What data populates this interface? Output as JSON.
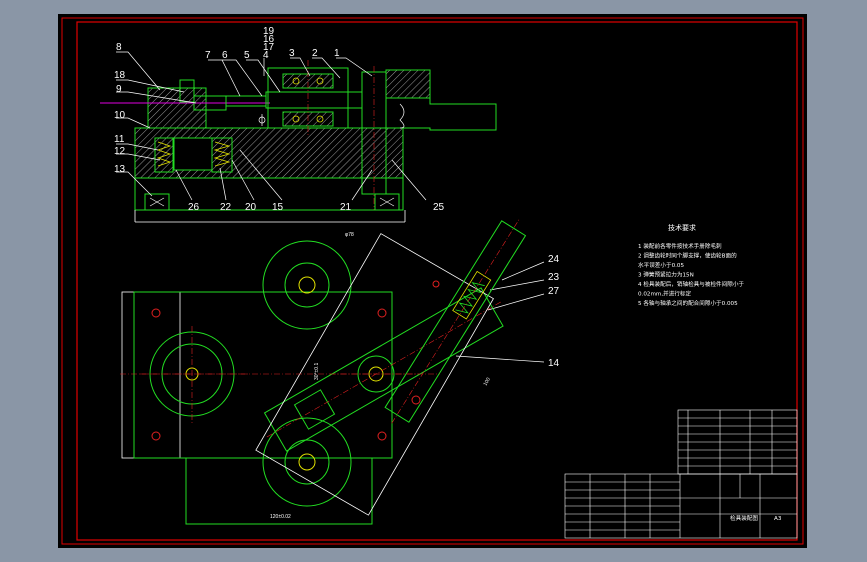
{
  "colors": {
    "frame_border": "#e00000",
    "background": "#000000",
    "viewport_margin": "#8a96a6",
    "outline": "#22dd22",
    "hidden": "#e0e000",
    "center": "#e02020",
    "leader": "#ffffff",
    "hatch": "#c0c0c0",
    "tech_text": "#ffffff"
  },
  "balloons": [
    {
      "id": "b-8",
      "text": "8"
    },
    {
      "id": "b-18",
      "text": "18"
    },
    {
      "id": "b-9",
      "text": "9"
    },
    {
      "id": "b-10",
      "text": "10"
    },
    {
      "id": "b-11",
      "text": "11"
    },
    {
      "id": "b-12",
      "text": "12"
    },
    {
      "id": "b-13",
      "text": "13"
    },
    {
      "id": "b-7",
      "text": "7"
    },
    {
      "id": "b-6",
      "text": "6"
    },
    {
      "id": "b-5",
      "text": "5"
    },
    {
      "id": "b-19",
      "text": "19"
    },
    {
      "id": "b-16",
      "text": "16"
    },
    {
      "id": "b-17",
      "text": "17"
    },
    {
      "id": "b-4",
      "text": "4"
    },
    {
      "id": "b-3",
      "text": "3"
    },
    {
      "id": "b-2",
      "text": "2"
    },
    {
      "id": "b-1",
      "text": "1"
    },
    {
      "id": "b-26",
      "text": "26"
    },
    {
      "id": "b-22",
      "text": "22"
    },
    {
      "id": "b-20",
      "text": "20"
    },
    {
      "id": "b-15",
      "text": "15"
    },
    {
      "id": "b-21",
      "text": "21"
    },
    {
      "id": "b-25",
      "text": "25"
    },
    {
      "id": "b-24",
      "text": "24"
    },
    {
      "id": "b-23",
      "text": "23"
    },
    {
      "id": "b-27",
      "text": "27"
    },
    {
      "id": "b-14",
      "text": "14"
    }
  ],
  "technical_requirements": {
    "title": "技术要求",
    "items": [
      "1 装配前各零件按技术手册除毛刺",
      "2 调整齿轮时同个脚支撑，使齿轮B面的",
      "  水平误差小于0.05",
      "3 弹簧预紧拉力为15N",
      "4 检具装配后，销轴检具与被检件间隙小于",
      "  0.02mm,并进行标定",
      "5 各轴与轴承之间的配合间隙小于0.005"
    ]
  },
  "dimensions": {
    "top_diameter": "φ78",
    "bottom_width": "120±0.02",
    "angle": "30°±0.1",
    "right_length": "100"
  },
  "title_block": {
    "sheet_label": "A3",
    "drawing_name": "检具装配图"
  }
}
